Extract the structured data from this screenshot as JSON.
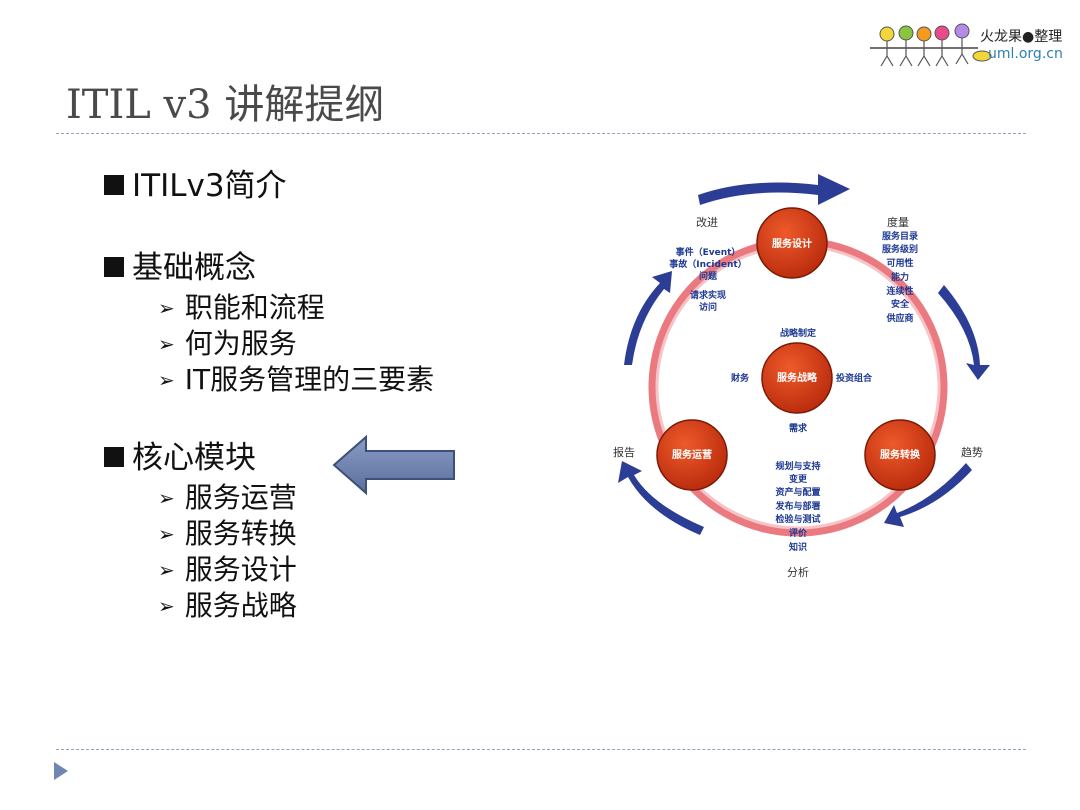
{
  "slide": {
    "title": "ITIL v3 讲解提纲"
  },
  "logo": {
    "line1": "火龙果●整理",
    "line2": "uml.org.cn"
  },
  "outline": {
    "sections": [
      {
        "heading": "ITILv3简介",
        "items": []
      },
      {
        "heading": "基础概念",
        "items": [
          "职能和流程",
          "何为服务",
          "IT服务管理的三要素"
        ]
      },
      {
        "heading": "核心模块",
        "items": [
          "服务运营",
          "服务转换",
          "服务设计",
          "服务战略"
        ]
      }
    ]
  },
  "diagram": {
    "colors": {
      "node": "#d93a14",
      "ring": "#e8636a",
      "arrow": "#2b3d94",
      "label_blue": "#1f3a93"
    },
    "nodes": {
      "design": "服务设计",
      "strategy": "服务战略",
      "operation": "服务运营",
      "transition": "服务转换"
    },
    "corner_labels": {
      "improve": "改进",
      "measure": "度量",
      "report": "报告",
      "trend": "趋势",
      "analyze": "分析"
    },
    "left_list": [
      "事件（Event）",
      "事故（Incident）",
      "问题",
      "请求实现",
      "访问"
    ],
    "right_list": [
      "服务目录",
      "服务级别",
      "可用性",
      "能力",
      "连续性",
      "安全",
      "供应商"
    ],
    "bottom_list": [
      "规划与支持",
      "变更",
      "资产与配置",
      "发布与部署",
      "检验与测试",
      "评价",
      "知识"
    ],
    "center": {
      "top": "战略制定",
      "left": "财务",
      "right": "投资组合",
      "bottom": "需求"
    }
  }
}
